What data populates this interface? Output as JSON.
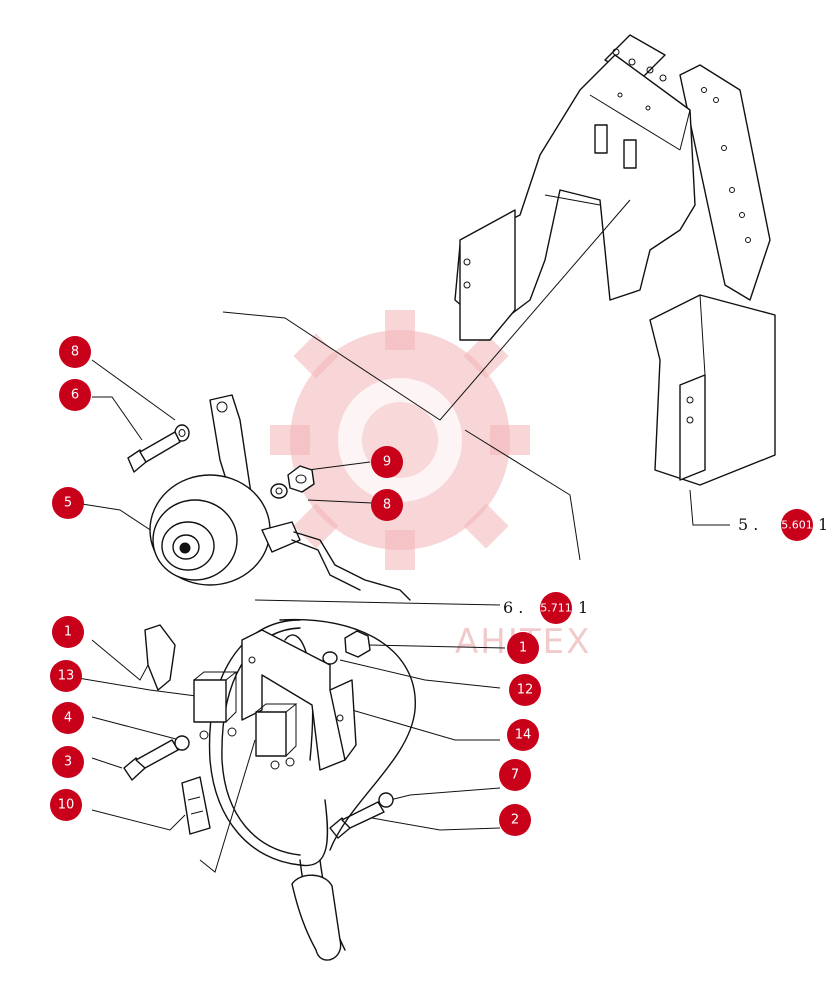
{
  "callouts": [
    {
      "id": "c1",
      "label": "8"
    },
    {
      "id": "c2",
      "label": "6"
    },
    {
      "id": "c3",
      "label": "9"
    },
    {
      "id": "c4",
      "label": "8"
    },
    {
      "id": "c5",
      "label": "5"
    },
    {
      "id": "c6",
      "label": "1"
    },
    {
      "id": "c7",
      "label": "13"
    },
    {
      "id": "c8",
      "label": "4"
    },
    {
      "id": "c9",
      "label": "3"
    },
    {
      "id": "c10",
      "label": "10"
    },
    {
      "id": "c11",
      "label": "1"
    },
    {
      "id": "c12",
      "label": "12"
    },
    {
      "id": "c13",
      "label": "14"
    },
    {
      "id": "c14",
      "label": "7"
    },
    {
      "id": "c15",
      "label": "2"
    }
  ],
  "references": {
    "frame_ref": {
      "prefix": "5 .",
      "bubble": "5.601",
      "suffix": "1"
    },
    "harness_ref": {
      "prefix": "6 .",
      "bubble": "5.711",
      "suffix": "1"
    }
  },
  "watermark": {
    "text": "AHITEX"
  },
  "colors": {
    "callout": "#c8001a",
    "watermark": "#f3b5b8"
  }
}
